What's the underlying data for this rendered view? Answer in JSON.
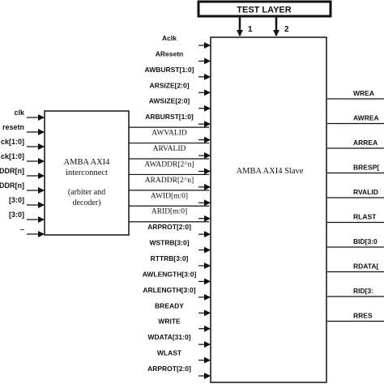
{
  "test_layer": {
    "label": "TEST LAYER",
    "port_1": "1",
    "port_2": "2"
  },
  "interconnect": {
    "line1": "AMBA AXI4",
    "line2": "interconnect",
    "line3": "(arbiter and",
    "line4": "decoder)",
    "left_signals": [
      "clk",
      "resetn",
      "ck[1:0]",
      "ck[1:0]",
      "DDR[n]",
      "DDR[n]",
      "[3:0]",
      "[3:0]",
      "–"
    ]
  },
  "slave": {
    "label": "AMBA AXI4 Slave",
    "inputs": [
      "Aclk",
      "AResetn",
      "AWBURST[1:0]",
      "ARSIZE[2:0]",
      "AWSIZE[2:0]",
      "ARBURST[1:0]",
      "AWVALID",
      "ARVALID",
      "AWADDR[2^n]",
      "ARADDR[2^n]",
      "AWID[m:0]",
      "ARID[m:0]",
      "ARPROT[2:0]",
      "WSTRB[3:0]",
      "RTTRB[3:0]",
      "AWLENGTH[3:0]",
      "ARLENGTH[3:0]",
      "BREADY",
      "WRITE",
      "WDATA[31:0]",
      "WLAST",
      "ARPROT[2:0]"
    ],
    "outputs": [
      "WREA",
      "AWREA",
      "ARREA",
      "BRESP[",
      "RVALID",
      "RLAST",
      "BID[3:0",
      "RDATA[",
      "RID[3:",
      "RRES"
    ]
  }
}
